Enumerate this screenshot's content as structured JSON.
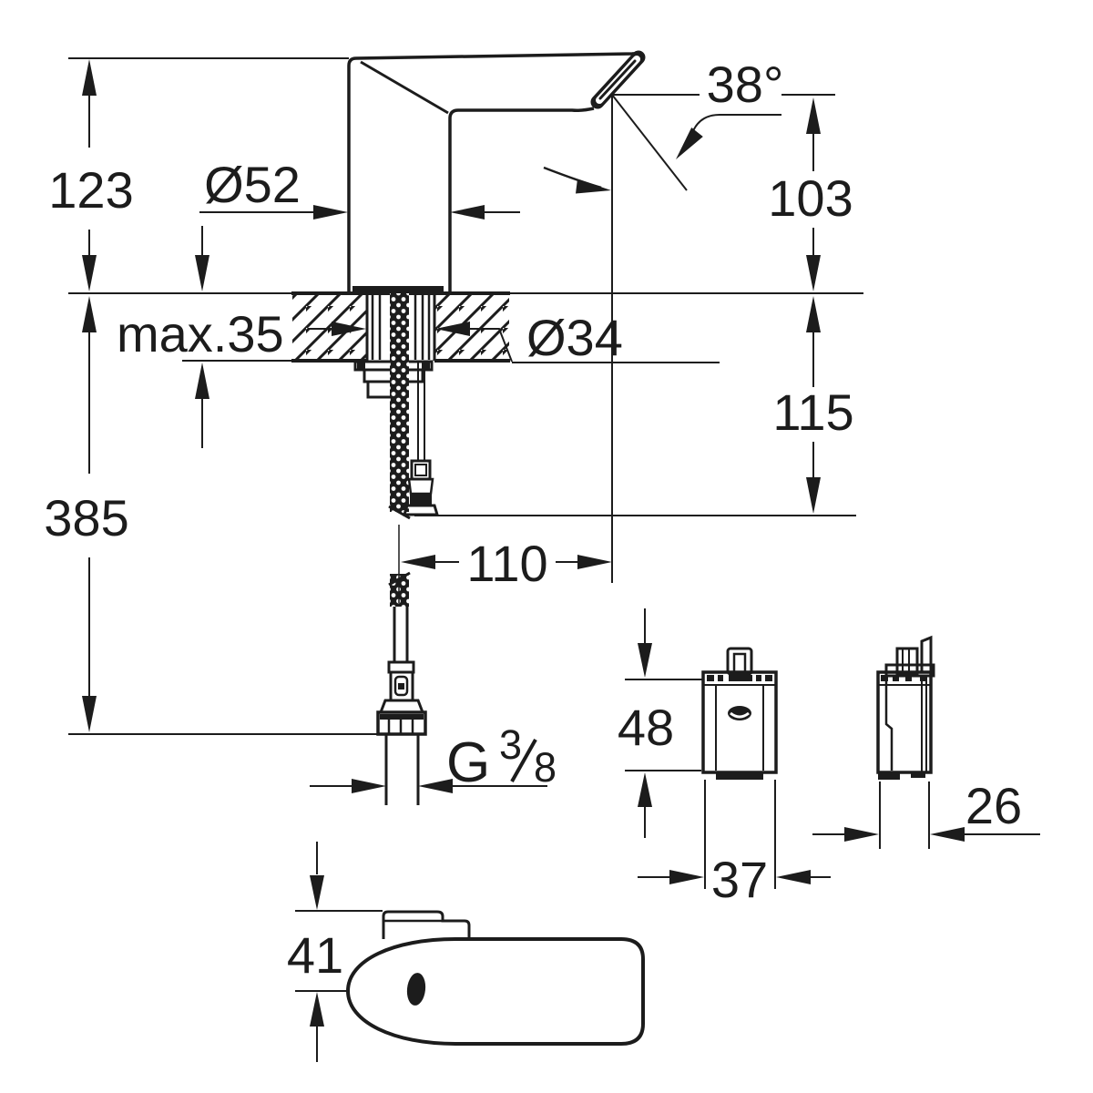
{
  "drawing": {
    "type": "technical-dimension-drawing",
    "subject": "infrared electronic basin faucet with control box",
    "colors": {
      "line": "#1c1c1c",
      "background": "#ffffff"
    },
    "dims": {
      "height_above_deck": "123",
      "body_diameter": "Ø52",
      "spout_angle": "38°",
      "outlet_height": "103",
      "deck_thickness": "max.35",
      "hole_diameter": "Ø34",
      "clearance_below_deck": "115",
      "length_below_deck": "385",
      "outlet_projection": "110",
      "thread_letter": "G",
      "thread_numerator": "3",
      "thread_denominator": "8",
      "control_box_height": "48",
      "control_box_width": "37",
      "control_box_depth": "26",
      "top_view_offset": "41"
    }
  }
}
